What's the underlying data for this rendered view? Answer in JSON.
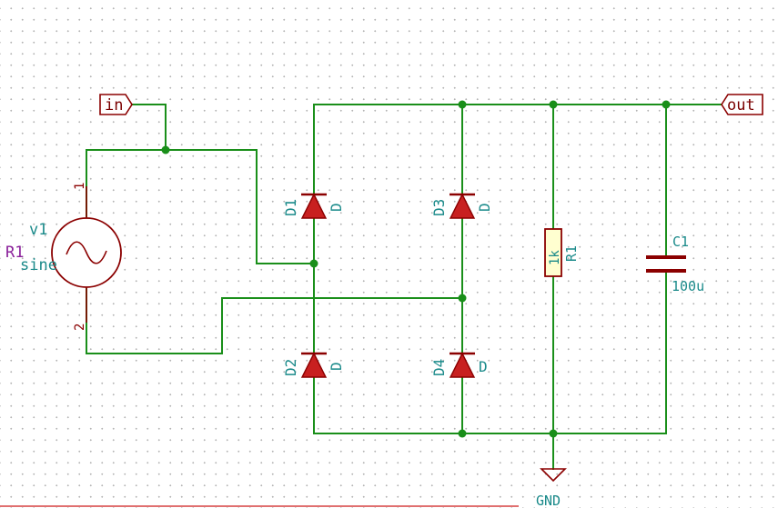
{
  "colors": {
    "wire": "#1a8f1a",
    "symbol": "#8b0000",
    "diode_fill": "#c82020",
    "ref_text": "#1a8a8a",
    "label_text": "#7a0000",
    "purple_text": "#8a209a"
  },
  "labels": {
    "in": "in",
    "out": "out",
    "gnd": "GND"
  },
  "source": {
    "ref": "v1",
    "value": "sine",
    "overlap_ref": "R1",
    "pin1": "1",
    "pin2": "2"
  },
  "diodes": [
    {
      "ref": "D1",
      "value": "D"
    },
    {
      "ref": "D2",
      "value": "D"
    },
    {
      "ref": "D3",
      "value": "D"
    },
    {
      "ref": "D4",
      "value": "D"
    }
  ],
  "resistor": {
    "ref": "R1",
    "value": "1k"
  },
  "capacitor": {
    "ref": "C1",
    "value": "100u"
  }
}
